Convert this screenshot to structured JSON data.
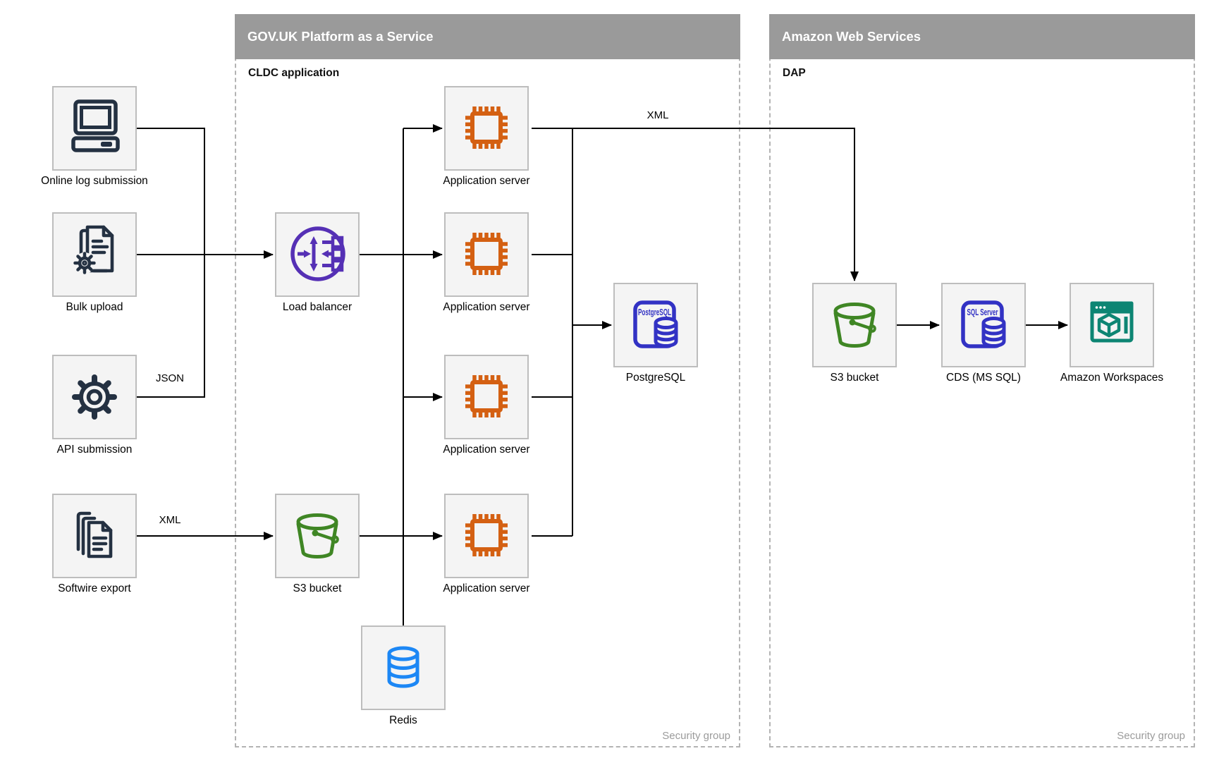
{
  "diagram": {
    "type": "architecture-diagram",
    "containers": {
      "govuk": {
        "title": "GOV.UK Platform as a Service",
        "subtitle": "CLDC application",
        "security_label": "Security group"
      },
      "aws": {
        "title": "Amazon Web Services",
        "subtitle": "DAP",
        "security_label": "Security group"
      }
    },
    "sources": {
      "online_log": {
        "label": "Online log submission",
        "icon": "desktop-computer-icon"
      },
      "bulk_upload": {
        "label": "Bulk upload",
        "icon": "document-with-gear-icon"
      },
      "api_submission": {
        "label": "API submission",
        "icon": "gear-icon"
      },
      "softwire_export": {
        "label": "Softwire export",
        "icon": "document-stack-icon"
      }
    },
    "nodes": {
      "load_balancer": {
        "label": "Load balancer",
        "icon": "load-balancer-icon"
      },
      "app_server": {
        "label": "Application server",
        "icon": "cpu-chip-icon",
        "count": 4
      },
      "postgresql": {
        "label": "PostgreSQL",
        "icon": "database-card-icon",
        "icon_text": "PostgreSQL"
      },
      "s3_paas": {
        "label": "S3 bucket",
        "icon": "s3-bucket-icon"
      },
      "redis": {
        "label": "Redis",
        "icon": "database-cylinder-icon"
      },
      "s3_dap": {
        "label": "S3 bucket",
        "icon": "s3-bucket-icon"
      },
      "cds": {
        "label": "CDS (MS SQL)",
        "icon": "database-card-icon",
        "icon_text": "SQL Server"
      },
      "workspaces": {
        "label": "Amazon Workspaces",
        "icon": "workspaces-window-icon"
      }
    },
    "edge_labels": {
      "json": "JSON",
      "xml_softwire": "XML",
      "xml_dap": "XML"
    },
    "edges": [
      {
        "from": "online_log",
        "to": "load_balancer"
      },
      {
        "from": "bulk_upload",
        "to": "load_balancer"
      },
      {
        "from": "api_submission",
        "to": "load_balancer",
        "label": "JSON"
      },
      {
        "from": "load_balancer",
        "to": "app_server"
      },
      {
        "from": "softwire_export",
        "to": "s3_paas",
        "label": "XML"
      },
      {
        "from": "s3_paas",
        "to": "app_server"
      },
      {
        "from": "app_server",
        "to": "postgresql"
      },
      {
        "from": "app_server",
        "to": "redis"
      },
      {
        "from": "app_server",
        "to": "s3_dap",
        "label": "XML"
      },
      {
        "from": "s3_dap",
        "to": "cds"
      },
      {
        "from": "cds",
        "to": "workspaces"
      }
    ],
    "colors": {
      "header_bg": "#9a9a9a",
      "header_text": "#ffffff",
      "container_border": "#b3b3b3",
      "node_bg": "#f4f4f4",
      "node_border": "#bdbdbd",
      "wire": "#000000",
      "source_icon": "#243142",
      "load_balancer_icon": "#5530b5",
      "app_server_icon": "#d46012",
      "postgresql_icon": "#3232c4",
      "s3_icon": "#3f8624",
      "redis_icon": "#1c87f5",
      "workspaces_icon": "#0d8573",
      "security_text": "#9b9b9b"
    }
  }
}
